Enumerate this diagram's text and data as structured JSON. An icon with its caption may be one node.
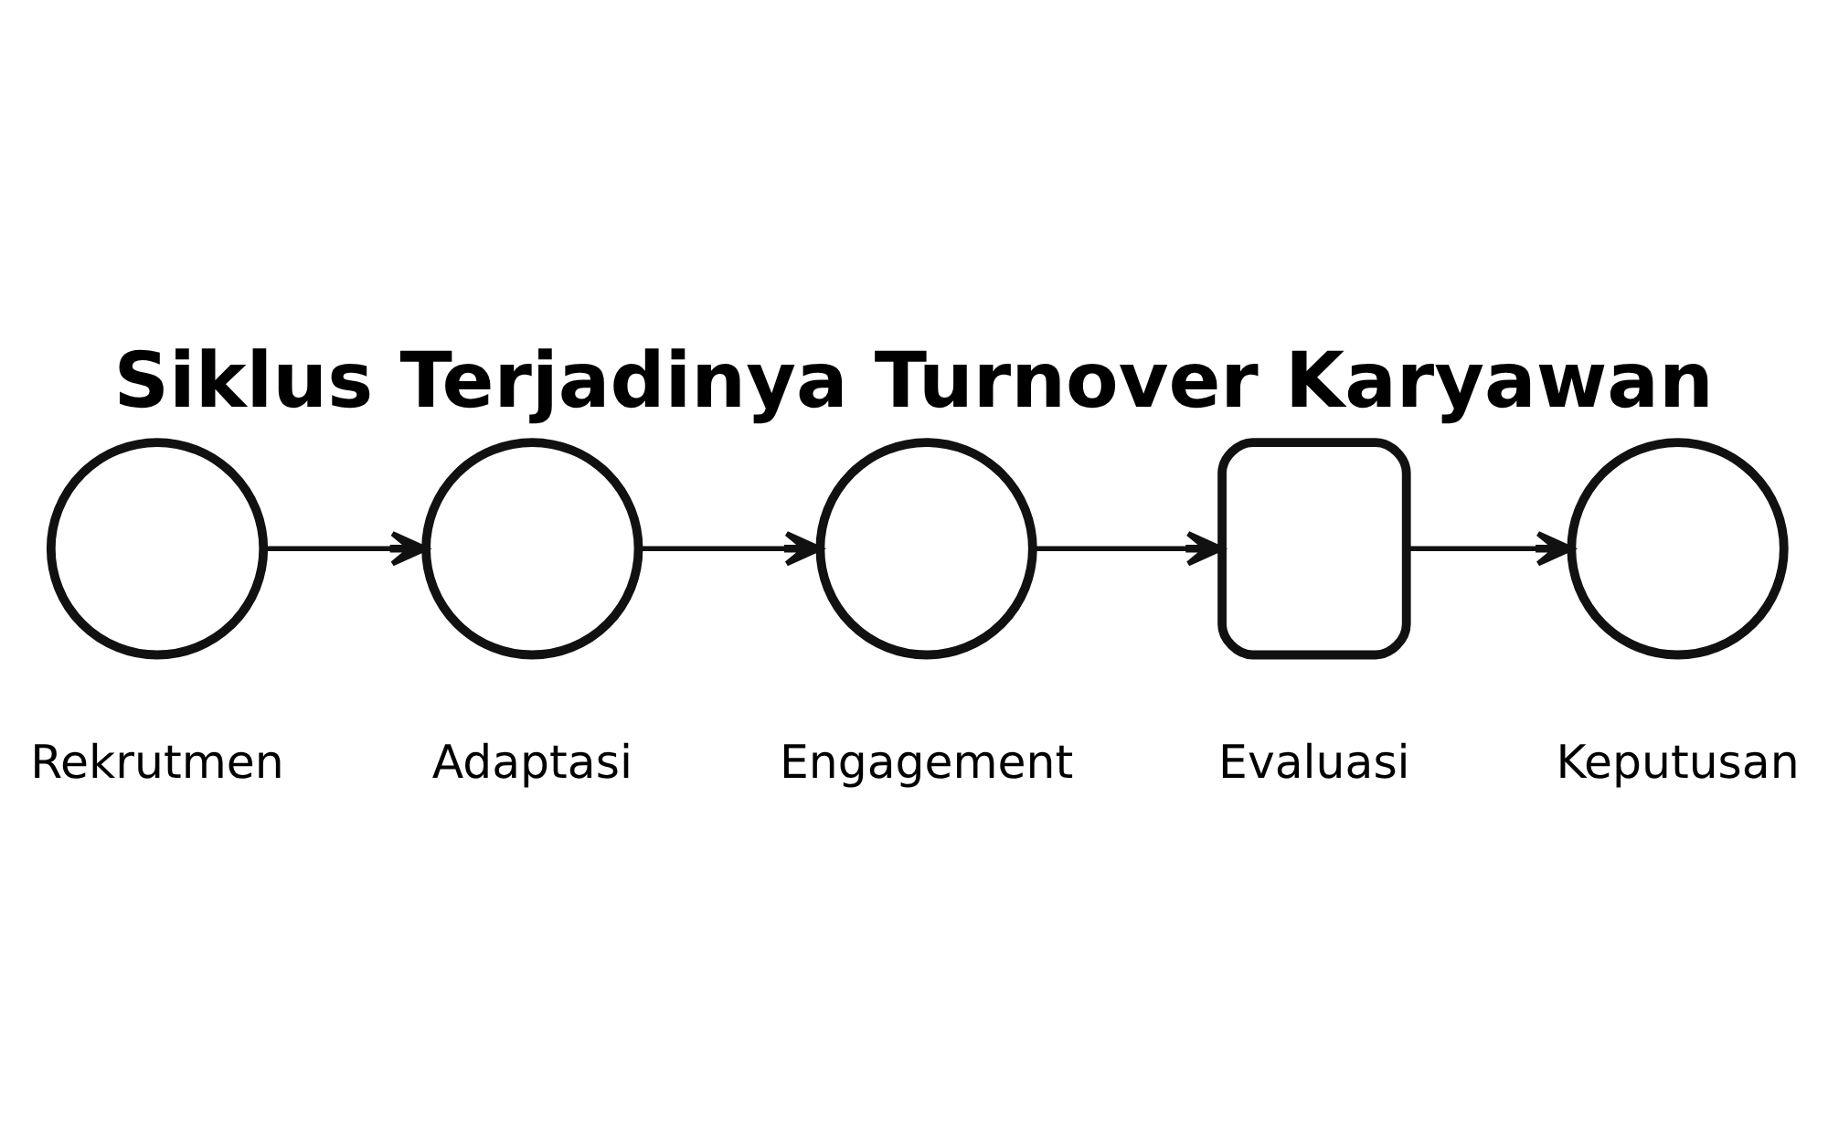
{
  "diagram": {
    "title": "Siklus Terjadinya Turnover Karyawan",
    "nodes": [
      {
        "text": [],
        "shape": "circle",
        "beside": [
          "Rekrutmen"
        ]
      },
      {
        "text": [],
        "shape": "circle",
        "beside": [
          "Adaptasi"
        ]
      },
      {
        "text": [],
        "shape": "circle",
        "beside": [
          "Engagement"
        ]
      },
      {
        "text": [],
        "shape": "box",
        "beside": [
          "Evaluasi"
        ]
      },
      {
        "text": [],
        "shape": "circle",
        "beside": [
          "Keputusan"
        ]
      }
    ],
    "edges": [
      {
        "from": 0,
        "to": 1,
        "arrow": "to"
      },
      {
        "from": 1,
        "to": 2,
        "arrow": "to"
      },
      {
        "from": 2,
        "to": 3,
        "arrow": "to"
      },
      {
        "from": 3,
        "to": 4,
        "arrow": "to"
      }
    ]
  }
}
